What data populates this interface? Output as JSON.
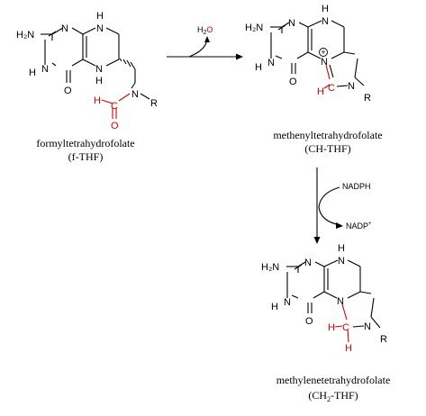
{
  "molecules": [
    {
      "name": "formyltetrahydrofolate",
      "abbr": "(f-THF)",
      "atoms": {
        "nh2": "H₂N",
        "n1": "N",
        "n3": "N",
        "n5": "N",
        "n8": "N",
        "h8": "H",
        "h5": "H",
        "h3": "H",
        "o4": "O",
        "n10": "N",
        "r": "R",
        "h_formyl": "H",
        "c_formyl": "C",
        "o_formyl": "O"
      }
    },
    {
      "name": "methenyltetrahydrofolate",
      "abbr": "(CH-THF)",
      "atoms": {
        "nh2": "H₂N",
        "n1": "N",
        "n3": "N",
        "n5": "N",
        "n8": "N",
        "h8": "H",
        "h3": "H",
        "o4": "O",
        "n10": "N",
        "r": "R",
        "charge": "+",
        "c_bridge": "C",
        "h_bridge": "H"
      }
    },
    {
      "name": "methylenetetrahydrofolate",
      "abbr_main": "(CH",
      "abbr_sub": "2",
      "abbr_end": "-THF)",
      "atoms": {
        "nh2": "H₂N",
        "n1": "N",
        "n3": "N",
        "n5": "N",
        "n8": "N",
        "h8": "H",
        "h3": "H",
        "o4": "O",
        "n10": "N",
        "r": "R",
        "c_bridge": "C",
        "h_left": "H",
        "h_top": "H"
      }
    }
  ],
  "step1": {
    "byproduct_main": "H",
    "byproduct_sub": "2",
    "byproduct_end": "O"
  },
  "step2": {
    "cofactor_in": "NADPH",
    "cofactor_out_main": "NADP",
    "cofactor_out_sup": "+"
  },
  "colors": {
    "highlight": "#d40000",
    "ink": "#000000"
  }
}
